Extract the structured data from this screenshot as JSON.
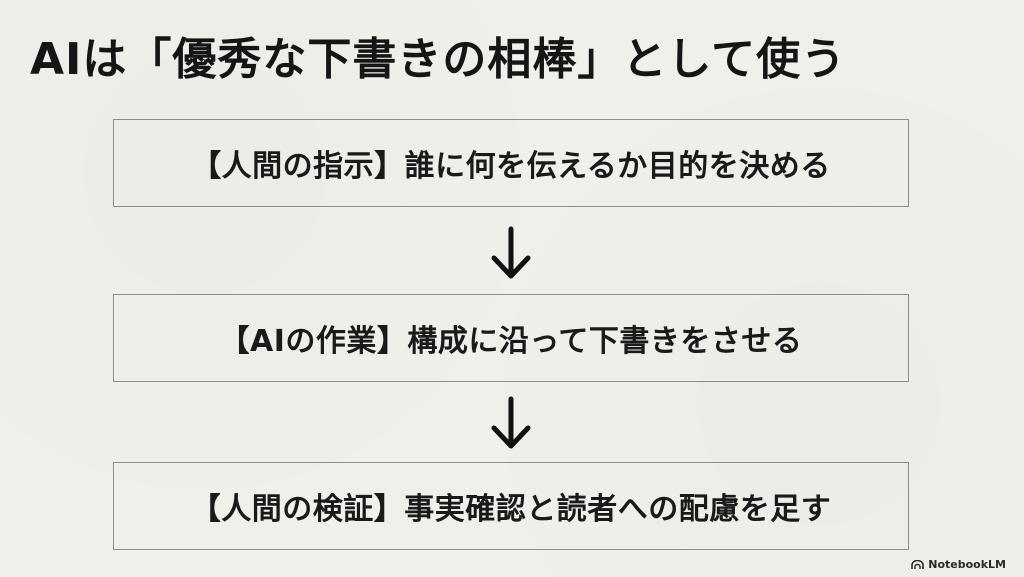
{
  "title": "AIは「優秀な下書きの相棒」として使う",
  "steps": [
    {
      "text": "【人間の指示】誰に何を伝えるか目的を決める"
    },
    {
      "text": "【AIの作業】構成に沿って下書きをさせる"
    },
    {
      "text": "【人間の検証】事実確認と読者への配慮を足す"
    }
  ],
  "arrows": {
    "icon": "arrow-down-icon"
  },
  "brand": {
    "icon": "notebooklm-logo-icon",
    "label": "NotebookLM"
  }
}
